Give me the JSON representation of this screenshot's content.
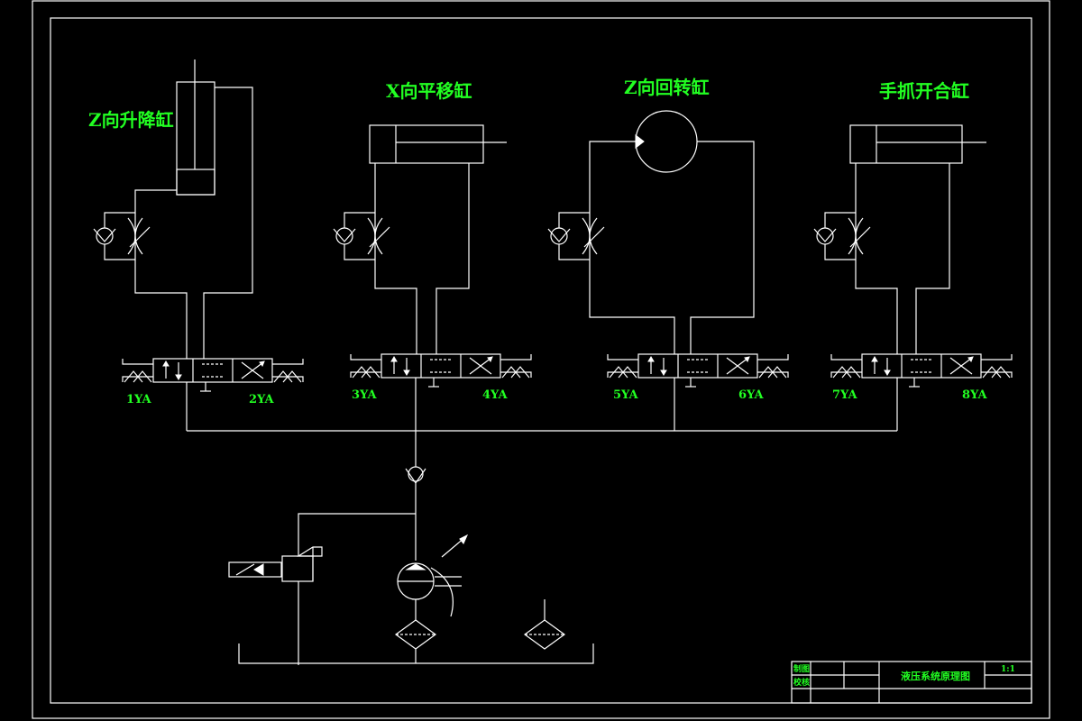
{
  "drawing": {
    "actuators": [
      {
        "label": "Z向升降缸"
      },
      {
        "label": "X向平移缸"
      },
      {
        "label": "Z向回转缸"
      },
      {
        "label": "手抓开合缸"
      }
    ],
    "solenoids": [
      "1YA",
      "2YA",
      "3YA",
      "4YA",
      "5YA",
      "6YA",
      "7YA",
      "8YA"
    ],
    "title_block": {
      "title": "液压系统原理图",
      "scale": "1:1",
      "row1": "制图",
      "row2": "校核"
    },
    "colors": {
      "line": "#ffffff",
      "text": "#22ff22",
      "background": "#000000"
    }
  }
}
